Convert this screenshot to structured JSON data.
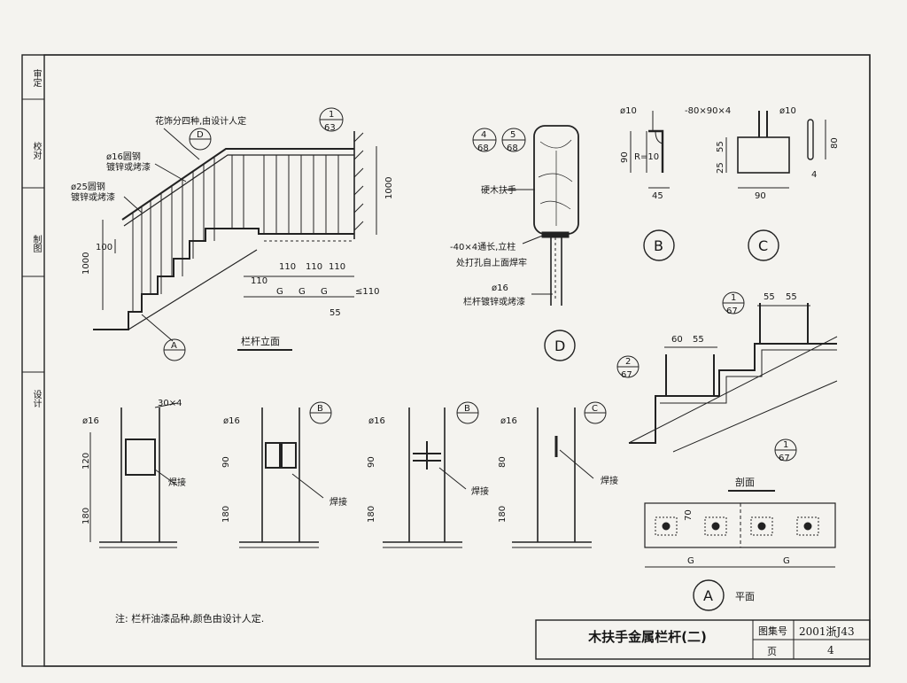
{
  "sidebar": [
    "审定",
    "校对",
    "制图",
    "设计"
  ],
  "stair": {
    "title": "栏杆立面",
    "callout_flower": "花饰分四种,由设计人定",
    "callout_d16": "ø16圆钢",
    "callout_d16b": "镀锌或烤漆",
    "callout_d25": "ø25圆钢",
    "callout_d25b": "镀锌或烤漆",
    "dim_1000a": "1000",
    "dim_1000b": "1000",
    "dim_100": "100",
    "dim_110": "110",
    "dim_110b": "110",
    "dim_110c": "110",
    "dim_110d": "110",
    "dim_le110": "≤110",
    "dim_55": "55",
    "dim_G1": "G",
    "dim_G2": "G",
    "dim_G3": "G",
    "ref_D": "D",
    "ref_A": "A",
    "ref_1": "1",
    "ref_63": "63"
  },
  "detailD": {
    "ref4": "4",
    "ref68a": "68",
    "ref5": "5",
    "ref68b": "68",
    "label_wood": "硬木扶手",
    "label_flat1": "-40×4通长,立柱",
    "label_flat2": "处打孔自上面焊牢",
    "label_d16": "ø16",
    "label_rail": "栏杆镀锌或烤漆",
    "tag": "D"
  },
  "detailB": {
    "d": "ø10",
    "r": "R=10",
    "h": "90",
    "w": "45",
    "tag": "B"
  },
  "detailC": {
    "plate": "-80×90×4",
    "d": "ø10",
    "h1": "25",
    "h2": "55",
    "w": "90",
    "t": "4",
    "h3": "80",
    "tag": "C"
  },
  "bottom": [
    {
      "d": "ø16",
      "top": "30×4",
      "h1": "120",
      "h2": "180",
      "weld": "焊接",
      "ref": ""
    },
    {
      "d": "ø16",
      "top": "",
      "h1": "90",
      "h2": "180",
      "weld": "焊接",
      "ref": "B"
    },
    {
      "d": "ø16",
      "top": "",
      "h1": "90",
      "h2": "180",
      "weld": "焊接",
      "ref": "B"
    },
    {
      "d": "ø16",
      "top": "",
      "h1": "80",
      "h2": "180",
      "weld": "焊接",
      "ref": "C"
    }
  ],
  "section": {
    "title": "剖面",
    "d60": "60",
    "d55a": "55",
    "d55b": "55",
    "d55c": "55",
    "ref1a": "1",
    "ref67a": "67",
    "ref2": "2",
    "ref67b": "67",
    "ref1b": "1",
    "ref67c": "67"
  },
  "plan": {
    "title": "平面",
    "d70": "70",
    "g1": "G",
    "g2": "G",
    "tag": "A"
  },
  "note": "注:  栏杆油漆品种,颜色由设计人定.",
  "titleblock": {
    "title": "木扶手金属栏杆(二)",
    "atlas_label": "图集号",
    "atlas_value": "2001浙J43",
    "page_label": "页",
    "page_value": "4"
  }
}
